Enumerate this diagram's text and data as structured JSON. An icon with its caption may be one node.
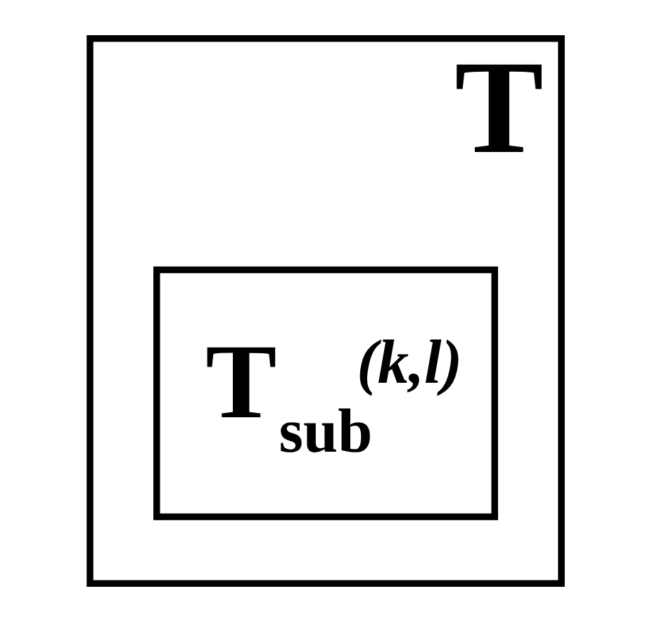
{
  "diagram": {
    "nodes": [
      {
        "text": [
          "T"
        ]
      },
      {
        "text": [
          "T$_{sub}$$^{(k,l)}$"
        ],
        "in": 0
      }
    ]
  }
}
